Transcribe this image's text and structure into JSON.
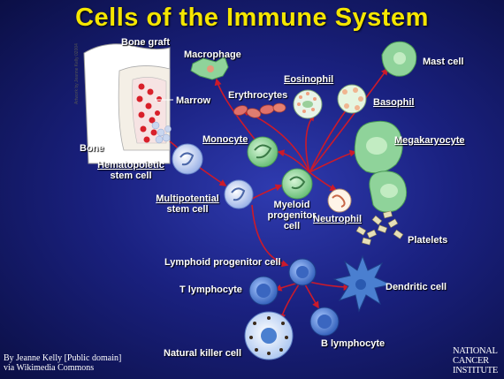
{
  "title": "Cells of the Immune System",
  "labels": {
    "bone_graft": "Bone graft",
    "macrophage": "Macrophage",
    "mast_cell": "Mast cell",
    "eosinophil": "Eosinophil",
    "erythrocytes": "Erythrocytes",
    "marrow": "Marrow",
    "basophil": "Basophil",
    "monocyte": "Monocyte",
    "megakaryocyte": "Megakaryocyte",
    "bone": "Bone",
    "hematopoietic_l1": "Hematopoietic",
    "hematopoietic_l2": "stem cell",
    "myeloid_l1": "Myeloid",
    "myeloid_l2": "progenitor",
    "myeloid_l3": "cell",
    "multipotential_l1": "Multipotential",
    "multipotential_l2": "stem cell",
    "neutrophil": "Neutrophil",
    "platelets": "Platelets",
    "lymphoid_progenitor": "Lymphoid progenitor cell",
    "t_lymphocyte": "T lymphocyte",
    "dendritic_cell": "Dendritic cell",
    "b_lymphocyte": "B lymphocyte",
    "natural_killer": "Natural killer cell"
  },
  "artwork_credit": "Artwork by Jeanne Kelly 02004",
  "credit": {
    "line1": "By Jeanne Kelly [Public domain]",
    "line2": "via Wikimedia Commons"
  },
  "nci_logo": {
    "line1": "NATIONAL",
    "line2": "CANCER",
    "line3": "INSTITUTE"
  },
  "colors": {
    "title": "#f5e600",
    "arrows": "#cc1a2a",
    "myeloid_cells": "#8fd39a",
    "lymphoid_cells": "#4a7fd0",
    "erythrocytes": "#e0706a",
    "stem_cells": "#dfe8ff"
  }
}
